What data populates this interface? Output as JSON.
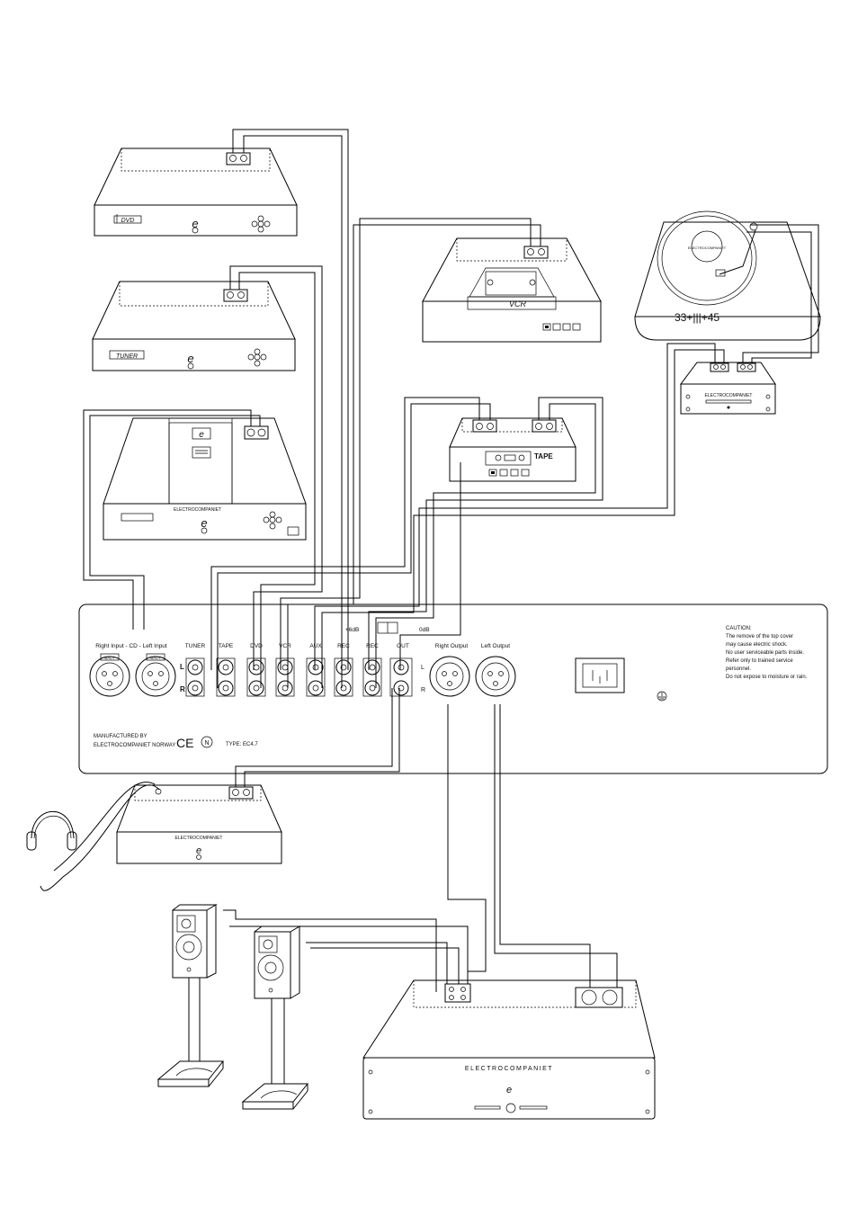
{
  "panel": {
    "right_input_label": "Right Input - CD - Left Input",
    "xlr_tag": "BALY",
    "inputs": [
      "TUNER",
      "TAPE",
      "DVD",
      "VCR",
      "AUX",
      "REC",
      "REC",
      "OUT"
    ],
    "channel_left": "L",
    "channel_right": "R",
    "gain_plus": "+6dB",
    "gain_zero": "0dB",
    "right_output": "Right Output",
    "left_output": "Left Output",
    "manufacturer_line1": "MANUFACTURED BY",
    "manufacturer_line2": "ELECTROCOMPANIET NORWAY",
    "ce_mark": "CE",
    "n_mark": "N",
    "type": "TYPE: EC4.7",
    "caution": [
      "CAUTION:",
      "The remove of the top cover",
      "may cause electric shock.",
      "No user serviceable parts inside.",
      "Refer only to trained service",
      "personnel.",
      "Do not expose to moisture or rain."
    ]
  },
  "devices": {
    "dvd_label": "DVD",
    "tuner_label": "TUNER",
    "cd_brand": "ELECTROCOMPANIET",
    "vcr_label": "VCR",
    "tape_label": "TAPE",
    "turntable_speed": "33+|||+45",
    "turntable_record": "ELECTROCOMPANIET",
    "phono_brand": "ELECTROCOMPANIET",
    "headamp_brand": "ELECTROCOMPANIET",
    "power_amp_brand": "ELECTROCOMPANIET"
  }
}
